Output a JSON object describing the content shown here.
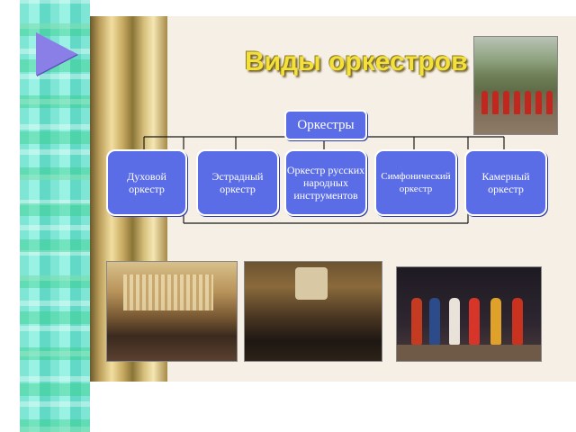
{
  "slide": {
    "title": "Виды оркестров",
    "root_label": "Оркестры",
    "children": [
      {
        "label": "Духовой оркестр"
      },
      {
        "label": "Эстрадный оркестр"
      },
      {
        "label": "Оркестр русских народных инструментов"
      },
      {
        "label": "Симфонический оркестр"
      },
      {
        "label": "Камерный оркестр"
      }
    ]
  },
  "colors": {
    "box_fill": "#5a6de6",
    "title": "#f3e03a",
    "accent_triangle": "#8a7fe6",
    "strip": "#7fe6d6"
  },
  "icons": {
    "nav": "play-triangle-icon"
  }
}
